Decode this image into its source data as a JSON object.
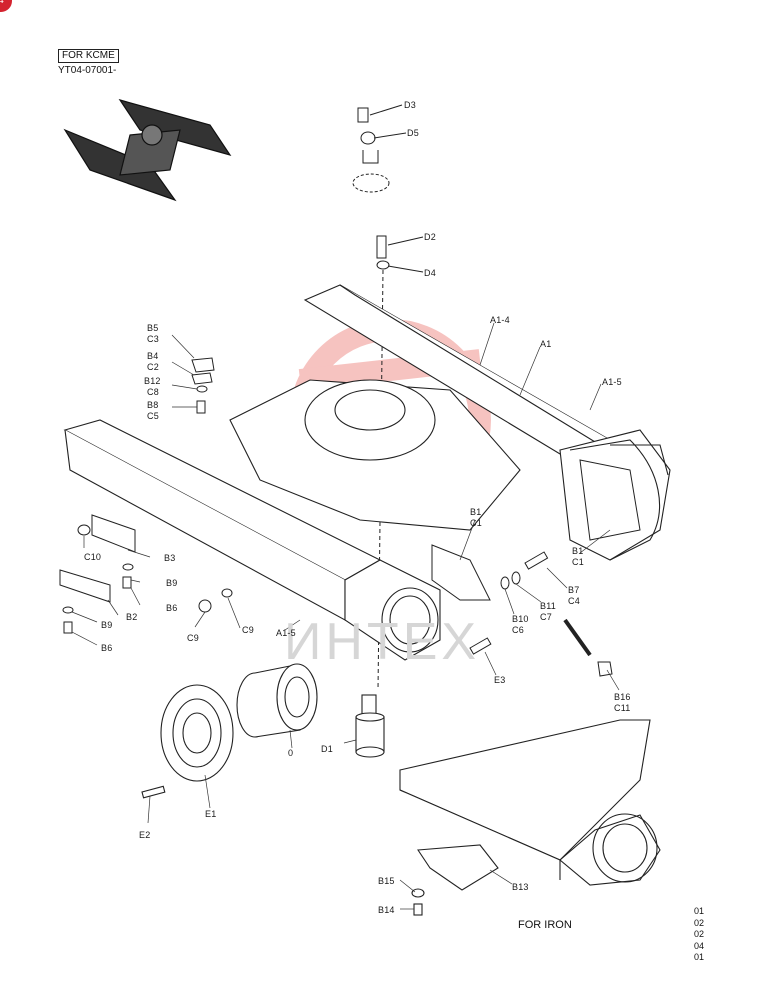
{
  "page_badge": "4",
  "header": {
    "model_box": "FOR KCME",
    "serial_range": "YT04-07001-"
  },
  "footer_note": "FOR IRON",
  "rev_codes": [
    "01",
    "02",
    "02",
    "04",
    "01"
  ],
  "watermark": "ИНТЕХ",
  "parts": {
    "d3": "D3",
    "d5": "D5",
    "d2": "D2",
    "d4": "D4",
    "a1_4": "A1-4",
    "a1": "A1",
    "a1_5": "A1-5",
    "a1_5b": "A1-5",
    "b5": "B5",
    "c3": "C3",
    "b4": "B4",
    "c2": "C2",
    "b12": "B12",
    "c8": "C8",
    "b8": "B8",
    "c5": "C5",
    "c10": "C10",
    "b3": "B3",
    "b9a": "B9",
    "b6a": "B6",
    "b2": "B2",
    "b9b": "B9",
    "b6b": "B6",
    "c9a": "C9",
    "c9b": "C9",
    "b1a": "B1",
    "c1a": "C1",
    "b1b": "B1",
    "c1b": "C1",
    "b7": "B7",
    "c4": "C4",
    "b11": "B11",
    "c7": "C7",
    "b10": "B10",
    "c6": "C6",
    "e3": "E3",
    "b16": "B16",
    "c11": "C11",
    "d1": "D1",
    "zero": "0",
    "e1": "E1",
    "e2": "E2",
    "b15": "B15",
    "b14": "B14",
    "b13": "B13"
  },
  "colors": {
    "line": "#2a2a2a",
    "watermark_red": "#e8554e",
    "badge": "#d4232f"
  }
}
